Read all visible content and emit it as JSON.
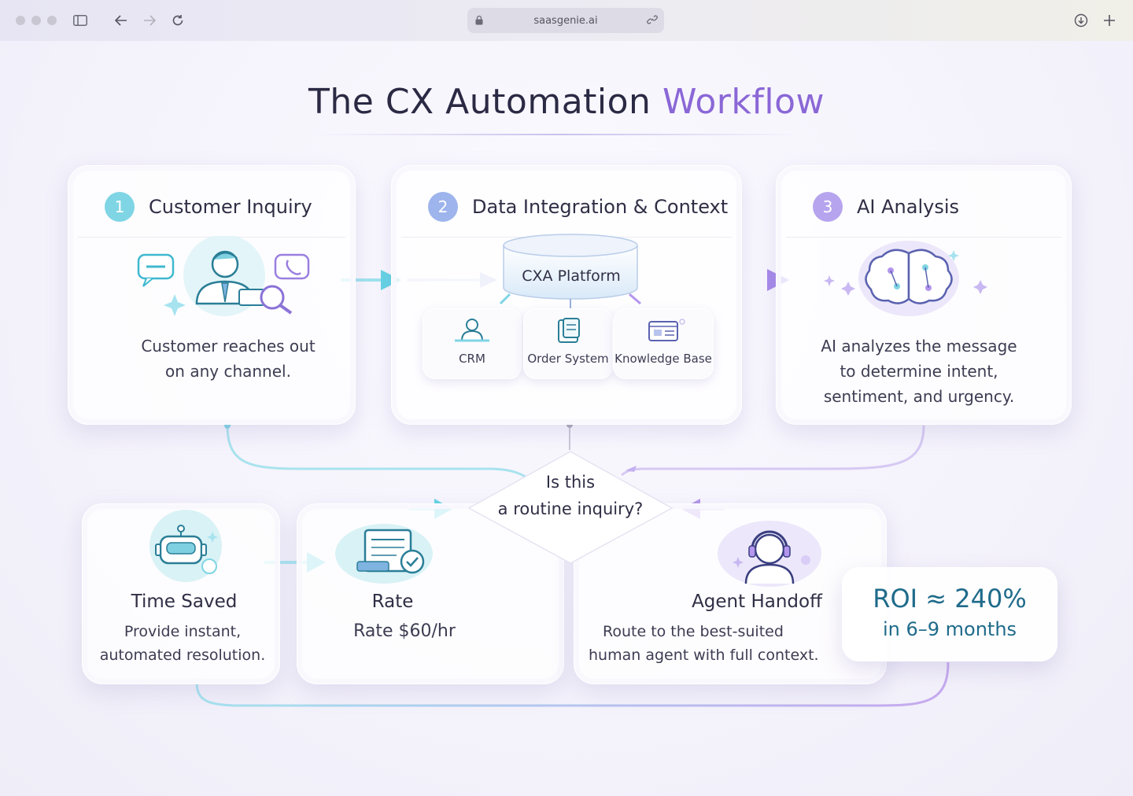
{
  "browser": {
    "url": "saasgenie.ai"
  },
  "title": {
    "main": "The CX Automation",
    "accent": "Workflow"
  },
  "steps": [
    {
      "number": "1",
      "title": "Customer Inquiry",
      "text_line1": "Customer reaches out",
      "text_line2": "on any channel."
    },
    {
      "number": "2",
      "title": "Data Integration & Context"
    },
    {
      "number": "3",
      "title": "AI Analysis",
      "text_line1": "AI analyzes the message",
      "text_line2": "to determine intent,",
      "text_line3": "sentiment, and urgency."
    }
  ],
  "platform": {
    "label": "CXA Platform",
    "sources": [
      "CRM",
      "Order System",
      "Knowledge Base"
    ]
  },
  "decision": {
    "line1": "Is this",
    "line2": "a routine inquiry?"
  },
  "outcomes": {
    "time_saved": {
      "title": "Time Saved",
      "line1": "Provide instant,",
      "line2": "automated resolution."
    },
    "rate": {
      "title": "Rate",
      "text": "Rate  $60/hr"
    },
    "agent": {
      "title": "Agent Handoff",
      "line1": "Route to the best-suited",
      "line2": "human agent with full context."
    }
  },
  "roi": {
    "main": "ROI ≈ 240%",
    "sub": "in 6–9 months"
  },
  "colors": {
    "teal": "#5fd0e0",
    "purple": "#a98be8",
    "title_accent": "#8a67d6",
    "roi_text": "#1f6b8a"
  },
  "icons": [
    "lock-icon",
    "link-icon",
    "sidebar-icon",
    "back-icon",
    "forward-icon",
    "reload-icon",
    "download-icon",
    "new-tab-icon",
    "customer-icon",
    "chat-icon",
    "phone-chat-icon",
    "magnifier-icon",
    "database-icon",
    "brain-icon",
    "robot-icon",
    "document-check-icon",
    "headset-agent-icon"
  ]
}
